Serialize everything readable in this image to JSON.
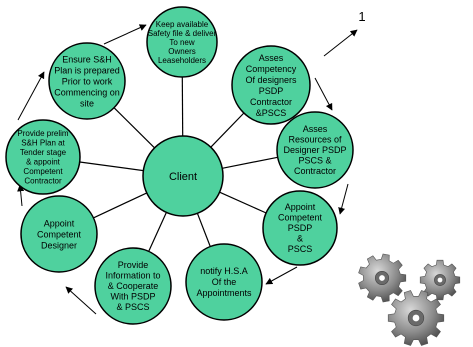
{
  "hub": {
    "label": "Client"
  },
  "corner_label": "1",
  "nodes": [
    {
      "id": "safety-file",
      "lines": [
        "Keep available",
        "Safety file & deliver",
        "To new",
        "Owners",
        "Leaseholders"
      ]
    },
    {
      "id": "assess-competency",
      "lines": [
        "Asses",
        "Competency",
        "Of  designers",
        "PSDP",
        "Contractor",
        "&PSCS"
      ]
    },
    {
      "id": "assess-resources",
      "lines": [
        "Asses",
        "Resources of",
        "Designer PSDP",
        "PSCS  &",
        "Contractor"
      ]
    },
    {
      "id": "appoint-psdp-pscs",
      "lines": [
        "Appoint",
        "Competent",
        "PSDP",
        "&",
        "PSCS"
      ]
    },
    {
      "id": "notify-hsa",
      "lines": [
        "notify H.S.A",
        "Of the",
        "Appointments"
      ]
    },
    {
      "id": "provide-information",
      "lines": [
        "Provide",
        "Information to",
        "& Cooperate",
        "With PSDP",
        "& PSCS"
      ]
    },
    {
      "id": "appoint-designer",
      "lines": [
        "Appoint",
        "Competent",
        "Designer"
      ]
    },
    {
      "id": "prelim-plan",
      "lines": [
        "Provide prelim",
        "S&H Plan at",
        "Tender stage",
        "& appoint",
        "Competent",
        "Contractor"
      ]
    },
    {
      "id": "ensure-plan",
      "lines": [
        "Ensure S&H",
        "Plan is prepared",
        "Prior to work",
        "Commencing on",
        "site"
      ]
    }
  ],
  "colors": {
    "node_fill": "#4fd19e",
    "outline": "#000000",
    "gears": "#8a8a8a"
  },
  "decoration": "gears-image"
}
